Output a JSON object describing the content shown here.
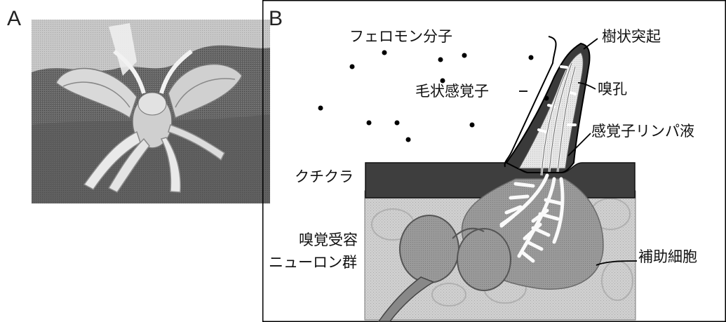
{
  "panels": {
    "a": {
      "letter": "A",
      "photo_icon": "silkmoth-photo"
    },
    "b": {
      "letter": "B"
    }
  },
  "labels": {
    "pheromone": "フェロモン分子",
    "sensillum": "毛状感覚子",
    "dendrite": "樹状突起",
    "pore": "嗅孔",
    "lymph": "感覚子リンパ液",
    "cuticle": "クチクラ",
    "neuron_line1": "嗅覚受容",
    "neuron_line2": "ニューロン群",
    "support": "補助細胞"
  },
  "colors": {
    "cuticle": "#3e3e3e",
    "tissue": "#c9c9c9",
    "cell": "#8f8f8f",
    "frame": "#000000"
  }
}
